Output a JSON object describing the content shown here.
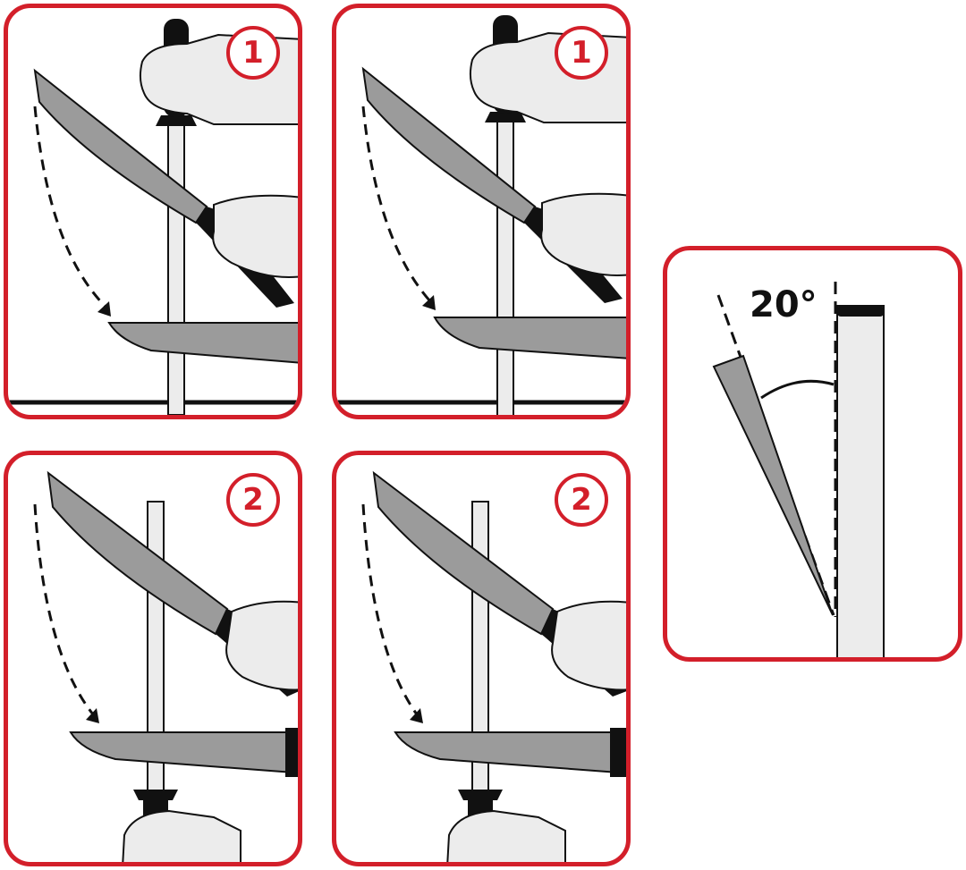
{
  "panels": [
    {
      "step": "1",
      "rod": "up"
    },
    {
      "step": "1",
      "rod": "up"
    },
    {
      "step": "2",
      "rod": "down"
    },
    {
      "step": "2",
      "rod": "down"
    }
  ],
  "angle_detail": {
    "angle_label": "20°"
  },
  "colors": {
    "border": "#d31f2a",
    "ink": "#111111",
    "blade": "#9b9b9b",
    "steel": "#ececec"
  }
}
